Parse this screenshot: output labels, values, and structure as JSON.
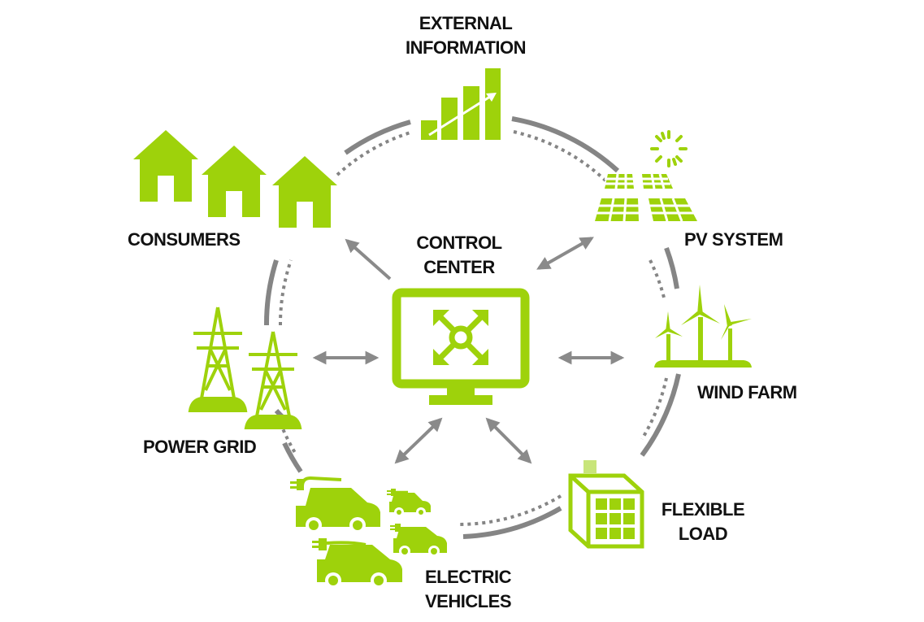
{
  "colors": {
    "accent_green": "#9ED20B",
    "light_green": "#C8E57A",
    "ring_gray": "#858585",
    "arrow_gray": "#8A8A8A",
    "text": "#111111",
    "background": "#FFFFFF"
  },
  "center": {
    "label_line1": "CONTROL",
    "label_line2": "CENTER",
    "icon": "monitor-with-expand-arrows-icon"
  },
  "nodes": [
    {
      "id": "external-information",
      "label_line1": "EXTERNAL",
      "label_line2": "INFORMATION",
      "icon": "bar-chart-trend-icon"
    },
    {
      "id": "pv-system",
      "label_line1": "PV SYSTEM",
      "icon": "solar-panel-sun-icon"
    },
    {
      "id": "wind-farm",
      "label_line1": "WIND FARM",
      "icon": "wind-turbines-icon"
    },
    {
      "id": "flexible-load",
      "label_line1": "FLEXIBLE",
      "label_line2": "LOAD",
      "icon": "battery-cube-icon"
    },
    {
      "id": "electric-vehicles",
      "label_line1": "ELECTRIC",
      "label_line2": "VEHICLES",
      "icon": "electric-cars-icon"
    },
    {
      "id": "power-grid",
      "label_line1": "POWER GRID",
      "icon": "transmission-towers-icon"
    },
    {
      "id": "consumers",
      "label_line1": "CONSUMERS",
      "icon": "houses-icon"
    }
  ],
  "connections": [
    {
      "from": "control-center",
      "to": "consumers",
      "direction": "one-way"
    },
    {
      "from": "control-center",
      "to": "pv-system",
      "direction": "two-way"
    },
    {
      "from": "control-center",
      "to": "power-grid",
      "direction": "two-way"
    },
    {
      "from": "control-center",
      "to": "wind-farm",
      "direction": "two-way"
    },
    {
      "from": "control-center",
      "to": "electric-vehicles",
      "direction": "two-way"
    },
    {
      "from": "control-center",
      "to": "flexible-load",
      "direction": "two-way"
    }
  ]
}
